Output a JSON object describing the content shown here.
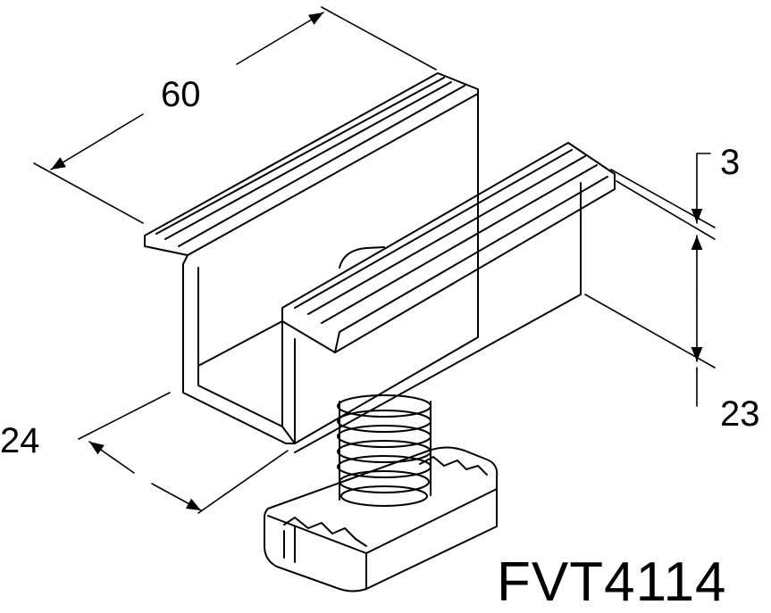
{
  "drawing": {
    "product_code": "FVT4114",
    "dimensions": {
      "length": "60",
      "flange_thickness": "3",
      "height": "23",
      "width": "24"
    },
    "line_color": "#000000",
    "background": "#ffffff"
  }
}
